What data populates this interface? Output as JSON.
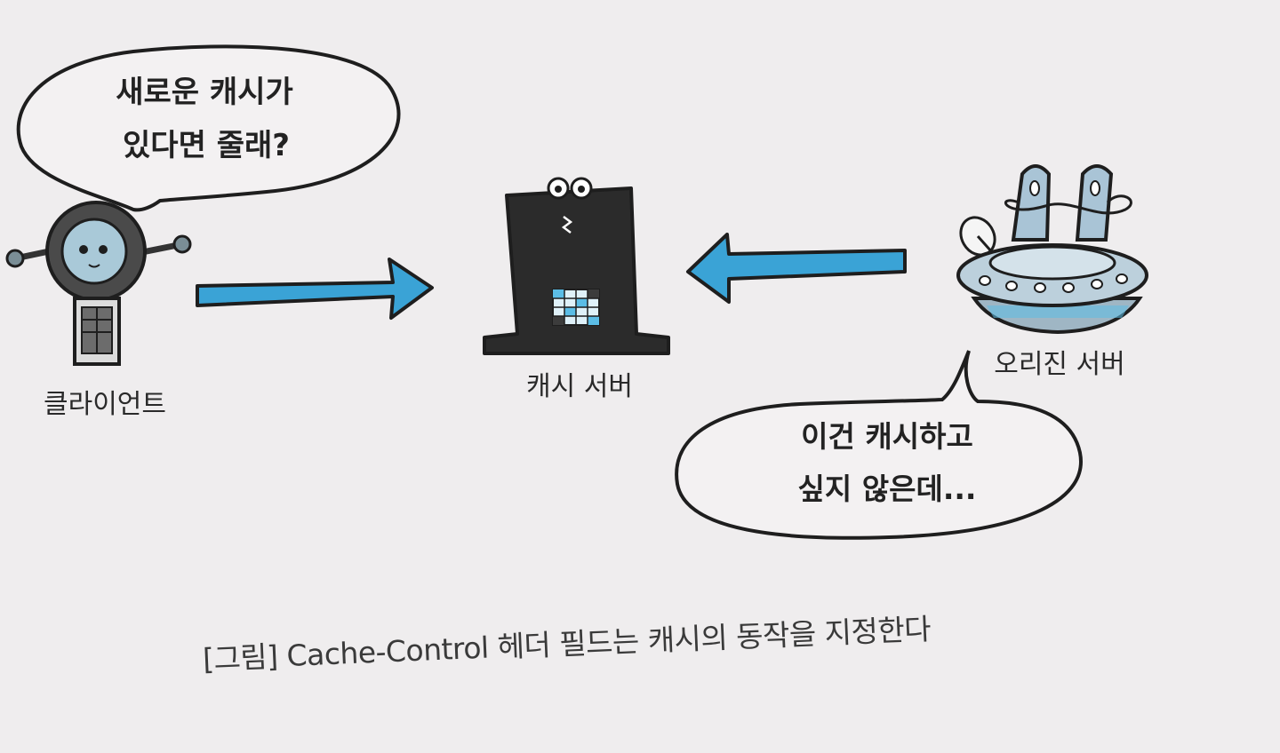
{
  "client": {
    "label": "클라이언트",
    "speech": [
      "새로운 캐시가",
      "있다면 줄래?"
    ]
  },
  "cache_server": {
    "label": "캐시 서버"
  },
  "origin_server": {
    "label": "오리진 서버",
    "speech": [
      "이건 캐시하고",
      "싶지 않은데..."
    ]
  },
  "caption": "[그림] Cache-Control 헤더 필드는 캐시의 동작을 지정한다",
  "colors": {
    "arrow": "#3aa3d6",
    "ink": "#1e1e1e",
    "accent": "#5bbde6",
    "background": "#efedee"
  }
}
